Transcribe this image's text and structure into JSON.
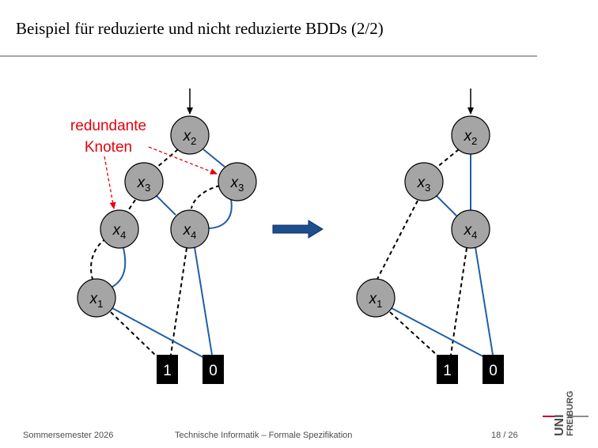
{
  "title": "Beispiel für reduzierte und nicht reduzierte BDDs (2/2)",
  "annotation": {
    "line1": "redundante",
    "line2": "Knoten",
    "color": "#e8000b"
  },
  "colors": {
    "node_fill": "#a5a5a5",
    "solid_edge": "#1f5fa8",
    "arrow": "#1d4f8f",
    "terminal_fill": "#000000"
  },
  "left_diagram": {
    "nodes": [
      {
        "var": "x",
        "sub": "2"
      },
      {
        "var": "x",
        "sub": "3"
      },
      {
        "var": "x",
        "sub": "3"
      },
      {
        "var": "x",
        "sub": "4"
      },
      {
        "var": "x",
        "sub": "4"
      },
      {
        "var": "x",
        "sub": "1"
      }
    ],
    "terminals": [
      {
        "label": "1"
      },
      {
        "label": "0"
      }
    ]
  },
  "right_diagram": {
    "nodes": [
      {
        "var": "x",
        "sub": "2"
      },
      {
        "var": "x",
        "sub": "3"
      },
      {
        "var": "x",
        "sub": "4"
      },
      {
        "var": "x",
        "sub": "1"
      }
    ],
    "terminals": [
      {
        "label": "1"
      },
      {
        "label": "0"
      }
    ]
  },
  "footer": {
    "left": "Sommersemester 2026",
    "center": "Technische Informatik – Formale Spezifikation",
    "page": "18 / 26"
  },
  "logo": {
    "uni": "UNI",
    "freiburg": "FREIBURG"
  }
}
